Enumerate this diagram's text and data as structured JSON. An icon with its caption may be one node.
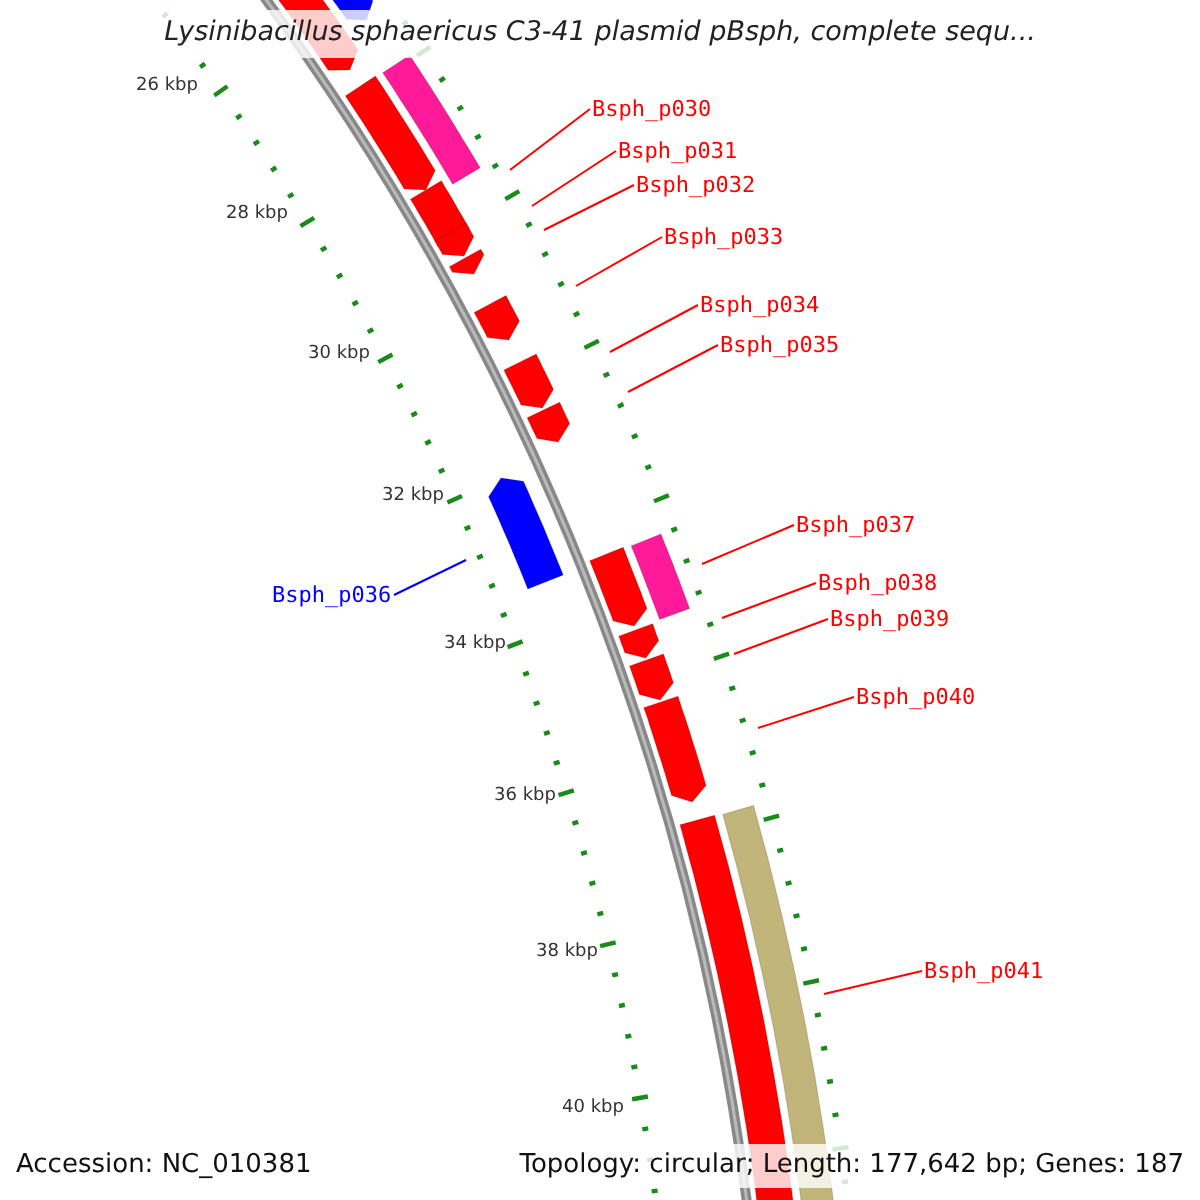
{
  "diagram": {
    "title": "Lysinibacillus sphaericus C3-41 plasmid pBsph, complete sequ...",
    "nodes": [
      {
        "text": [
          "Bsph_p030"
        ]
      },
      {
        "text": [
          "Bsph_p031"
        ]
      },
      {
        "text": [
          "Bsph_p032"
        ]
      },
      {
        "text": [
          "Bsph_p033"
        ]
      },
      {
        "text": [
          "Bsph_p034"
        ]
      },
      {
        "text": [
          "Bsph_p035"
        ]
      },
      {
        "text": [
          "Bsph_p036"
        ]
      },
      {
        "text": [
          "Bsph_p037"
        ]
      },
      {
        "text": [
          "Bsph_p038"
        ]
      },
      {
        "text": [
          "Bsph_p039"
        ]
      },
      {
        "text": [
          "Bsph_p040"
        ]
      },
      {
        "text": [
          "Bsph_p041"
        ]
      }
    ],
    "edges": [
      {
        "from": 0,
        "to": null,
        "arrow": "none"
      },
      {
        "from": 1,
        "to": null,
        "arrow": "none"
      },
      {
        "from": 2,
        "to": null,
        "arrow": "none"
      },
      {
        "from": 3,
        "to": null,
        "arrow": "none"
      },
      {
        "from": 4,
        "to": null,
        "arrow": "none"
      },
      {
        "from": 5,
        "to": null,
        "arrow": "none"
      },
      {
        "from": 6,
        "to": null,
        "arrow": "none",
        "color": "#0000ff"
      },
      {
        "from": 7,
        "to": null,
        "arrow": "none"
      },
      {
        "from": 8,
        "to": null,
        "arrow": "none"
      },
      {
        "from": 9,
        "to": null,
        "arrow": "none"
      },
      {
        "from": 10,
        "to": null,
        "arrow": "none"
      },
      {
        "from": 11,
        "to": null,
        "arrow": "none"
      }
    ],
    "labels": [
      "26 kbp",
      "28 kbp",
      "30 kbp",
      "32 kbp",
      "34 kbp",
      "36 kbp",
      "38 kbp",
      "40 kbp",
      "Accession: NC_010381",
      "Topology: circular; Length: 177,642 bp; Genes: 187"
    ]
  }
}
